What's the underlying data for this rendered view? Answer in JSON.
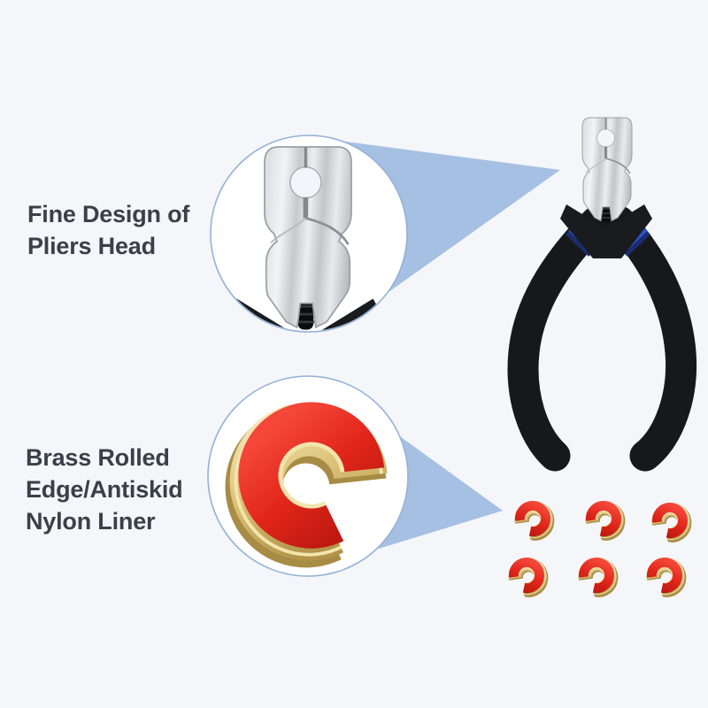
{
  "scene": {
    "type": "product-feature-infographic",
    "background_color": "#f4f6fa",
    "callout_wedge_color": "#a6c0e3",
    "callout_circle_fill": "#ffffff",
    "callout_circle_border": "#94b1d7",
    "label_text_color": "#3a4047"
  },
  "callouts": [
    {
      "id": "pliers-head",
      "lines": [
        "Fine Design of",
        "Pliers Head"
      ],
      "zoom_subject": "pliers-head-closeup"
    },
    {
      "id": "brass-liner",
      "lines": [
        "Brass Rolled",
        "Edge/Antiskid",
        "Nylon Liner"
      ],
      "zoom_subject": "brass-end-cap-closeup"
    }
  ],
  "products": {
    "pliers": {
      "steel_color": "#c9ccd0",
      "handle_color": "#1a1b1e",
      "band_color": "#2e52c9"
    },
    "end_caps": {
      "count": 6,
      "brass_color": "#d8bf74",
      "liner_color": "#e0251a"
    }
  }
}
